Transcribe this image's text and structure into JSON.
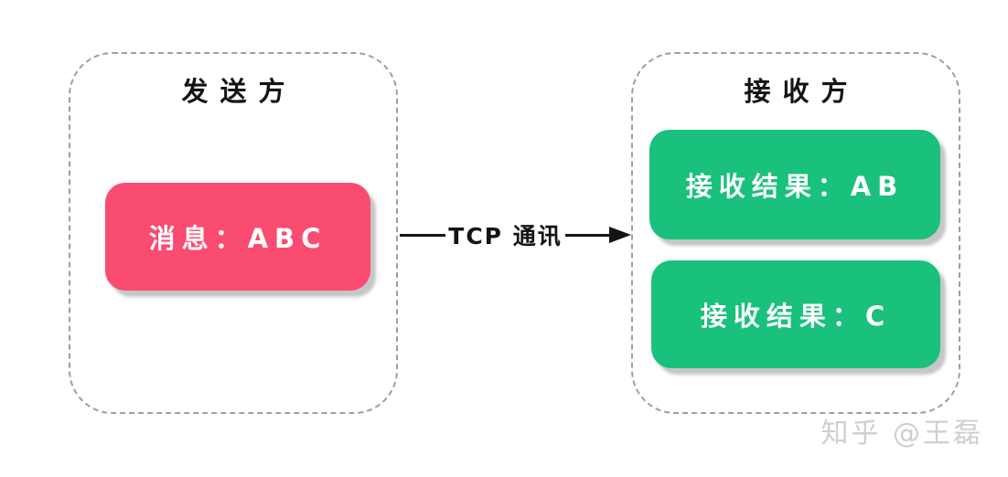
{
  "colors": {
    "pink": "#fa4b70",
    "green": "#19c17c",
    "ink": "#141414",
    "dash-border": "#9f9f9f",
    "shadow": "#c6c6c6",
    "watermark": "#cfcfcf"
  },
  "sender": {
    "title": "发送方",
    "message_label": "消息：ABC"
  },
  "arrow": {
    "label": "TCP 通讯"
  },
  "receiver": {
    "title": "接收方",
    "results": [
      {
        "label": "接收结果：AB"
      },
      {
        "label": "接收结果：C"
      }
    ]
  },
  "watermark": {
    "text": "知乎 @王磊"
  }
}
